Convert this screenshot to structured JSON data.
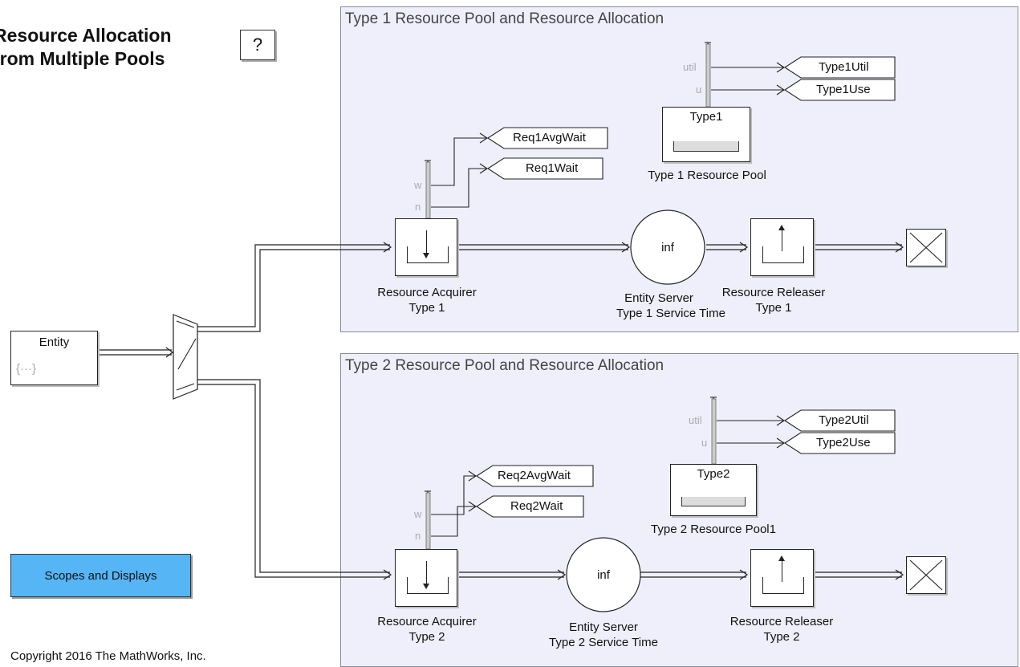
{
  "model_title": "Resource Allocation from Multiple Pools",
  "help_label": "?",
  "area1_title": "Type 1 Resource Pool and Resource Allocation",
  "area2_title": "Type 2 Resource Pool and Resource Allocation",
  "entity": {
    "label": "Entity",
    "icon": "{···}"
  },
  "pool1": {
    "name": "Type1",
    "label": "Type 1 Resource Pool"
  },
  "pool2": {
    "name": "Type2",
    "label": "Type 2 Resource Pool1"
  },
  "acquirer1": {
    "label1": "Resource Acquirer",
    "label2": "Type 1"
  },
  "acquirer2": {
    "label1": "Resource Acquirer",
    "label2": "Type 2"
  },
  "server1": {
    "value": "inf",
    "label1": "Entity Server",
    "label2": "Type 1 Service Time"
  },
  "server2": {
    "value": "inf",
    "label1": "Entity Server",
    "label2": "Type 2 Service Time"
  },
  "releaser1": {
    "label1": "Resource Releaser",
    "label2": "Type 1"
  },
  "releaser2": {
    "label1": "Resource Releaser",
    "label2": "Type 2"
  },
  "ports": {
    "util": "util",
    "u": "u",
    "w": "w",
    "n": "n"
  },
  "gotos": {
    "type1util": "Type1Util",
    "type1use": "Type1Use",
    "req1avgwait": "Req1AvgWait",
    "req1wait": "Req1Wait",
    "type2util": "Type2Util",
    "type2use": "Type2Use",
    "req2avgwait": "Req2AvgWait",
    "req2wait": "Req2Wait"
  },
  "scopes_button": "Scopes and Displays",
  "copyright": "Copyright 2016 The MathWorks, Inc.",
  "colors": {
    "area_bg": "#efeffb",
    "scopes_bg": "#55b5f5"
  }
}
